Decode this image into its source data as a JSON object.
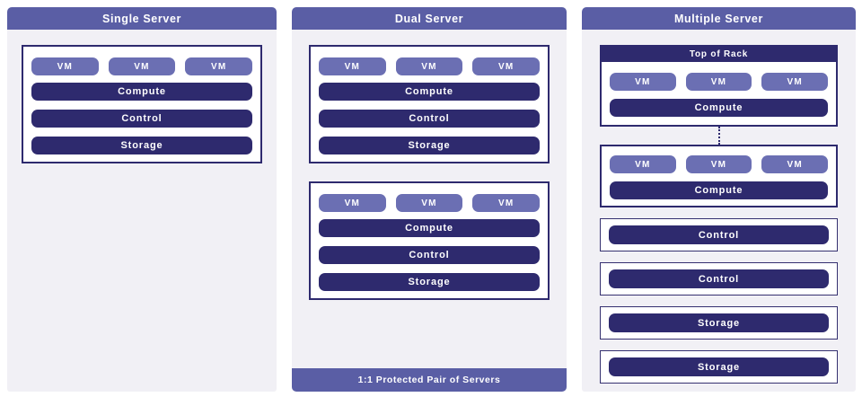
{
  "colors": {
    "header_purple": "#5a5ea5",
    "vm_purple": "#6b6fb3",
    "dark_indigo": "#2e2a6e",
    "panel_background": "#f1f0f5",
    "box_background": "#ffffff",
    "text_white": "#ffffff"
  },
  "columns": [
    {
      "title": "Single Server",
      "servers": [
        {
          "vms": [
            "VM",
            "VM",
            "VM"
          ],
          "layers": [
            "Compute",
            "Control",
            "Storage"
          ]
        }
      ]
    },
    {
      "title": "Dual Server",
      "servers": [
        {
          "vms": [
            "VM",
            "VM",
            "VM"
          ],
          "layers": [
            "Compute",
            "Control",
            "Storage"
          ]
        },
        {
          "vms": [
            "VM",
            "VM",
            "VM"
          ],
          "layers": [
            "Compute",
            "Control",
            "Storage"
          ]
        }
      ],
      "footer": "1:1 Protected Pair of Servers"
    },
    {
      "title": "Multiple Server",
      "rack_label": "Top of Rack",
      "compute_nodes": [
        {
          "vms": [
            "VM",
            "VM",
            "VM"
          ],
          "layer": "Compute"
        },
        {
          "vms": [
            "VM",
            "VM",
            "VM"
          ],
          "layer": "Compute"
        }
      ],
      "service_boxes": [
        "Control",
        "Control",
        "Storage",
        "Storage"
      ]
    }
  ]
}
